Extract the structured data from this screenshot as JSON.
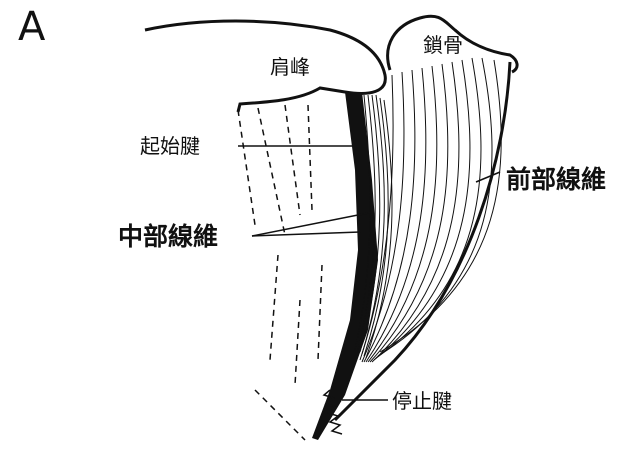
{
  "panel_letter": "A",
  "labels": {
    "acromion": "肩峰",
    "clavicle": "鎖骨",
    "origin_tendon": "起始腱",
    "middle_fibers": "中部線維",
    "anterior_fibers": "前部線維",
    "insertion_tendon": "停止腱"
  },
  "colors": {
    "line": "#111111",
    "background": "#ffffff"
  }
}
